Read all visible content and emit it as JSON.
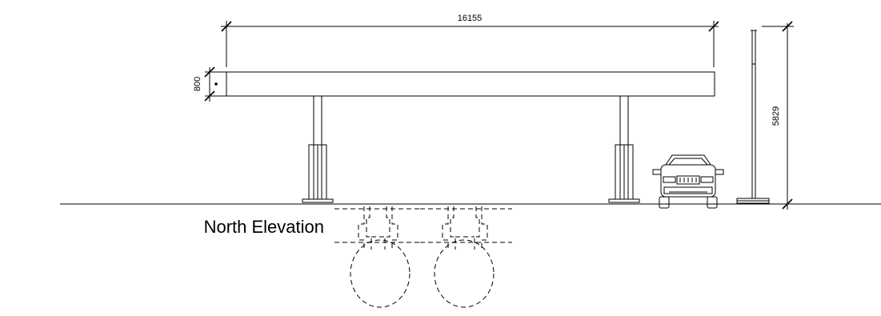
{
  "drawing": {
    "title": "North Elevation",
    "dimensions": {
      "overall_length": "16155",
      "canopy_depth": "800",
      "overall_height": "5829"
    }
  }
}
